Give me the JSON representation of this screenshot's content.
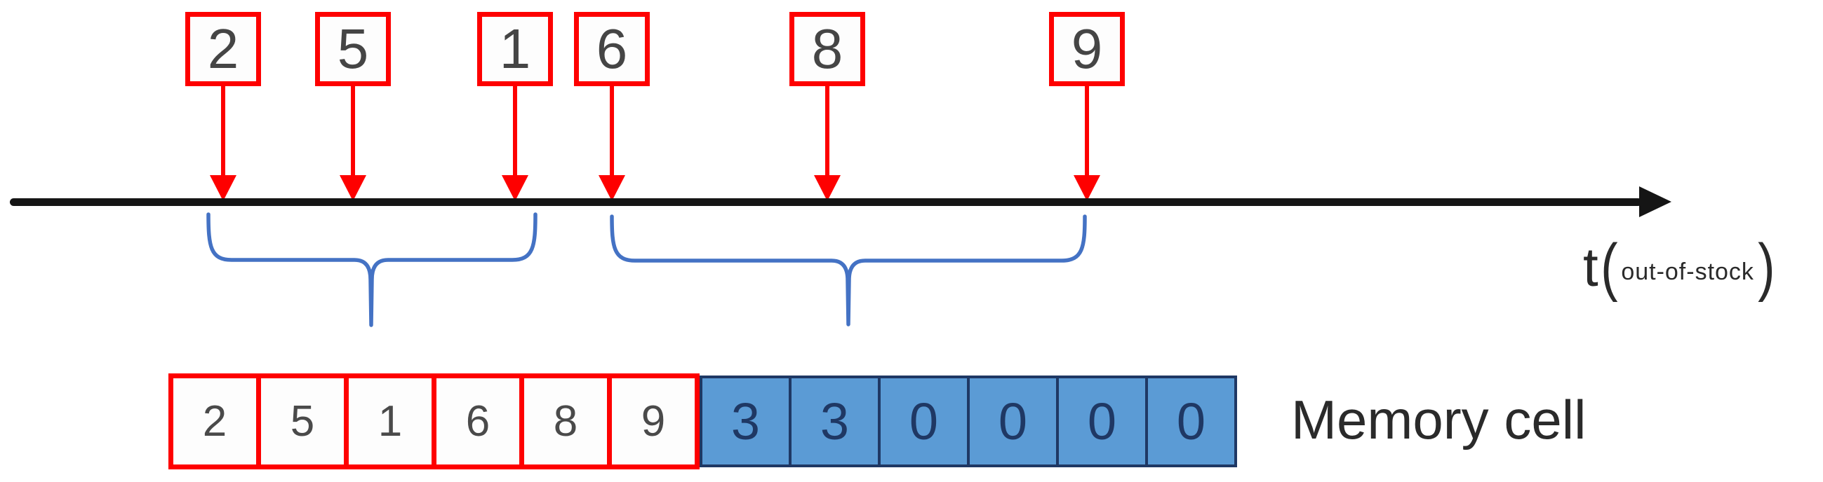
{
  "colors": {
    "red": "#fe0000",
    "brace_blue": "#4472c4",
    "cell_blue_fill": "#5b9bd5",
    "cell_blue_dark": "#1f3864",
    "digit_gray": "#454545",
    "ink": "#151515"
  },
  "timeline": {
    "events": [
      {
        "value": "2"
      },
      {
        "value": "5"
      },
      {
        "value": "1"
      },
      {
        "value": "6"
      },
      {
        "value": "8"
      },
      {
        "value": "9"
      }
    ],
    "axis_label": {
      "prefix": "t",
      "open_paren": "(",
      "subscript": "out-of-stock",
      "close_paren": ")"
    }
  },
  "memory": {
    "label": "Memory cell",
    "buffer_cells": [
      "2",
      "5",
      "1",
      "6",
      "8",
      "9"
    ],
    "counter_cells": [
      "3",
      "3",
      "0",
      "0",
      "0",
      "0"
    ]
  }
}
